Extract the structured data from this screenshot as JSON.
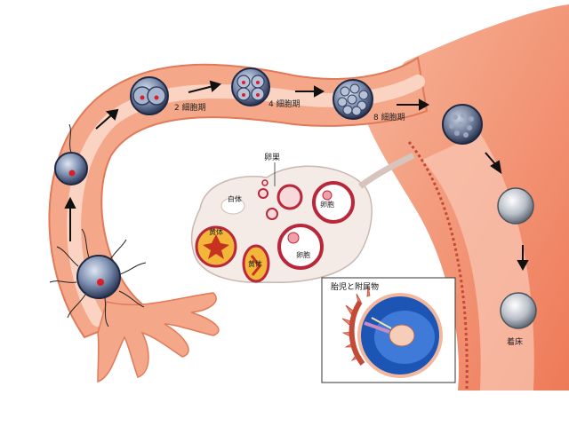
{
  "labels": {
    "two_cell": "2 細胞期",
    "four_cell": "4 細胞期",
    "eight_cell": "8 細胞期",
    "ovary": "卵巣",
    "corpus_albicans": "白体",
    "corpus_luteum_1": "黄体",
    "corpus_luteum_2": "黄体",
    "follicle_1": "卵胞",
    "follicle_2": "卵胞",
    "implantation": "着床",
    "inset_title": "胎児と附属物"
  },
  "colors": {
    "tube_outer": "#f4a889",
    "tube_inner": "#fbd3c2",
    "uterus_wall": "#f08462",
    "ovary_fill": "#f4eae6",
    "follicle_ring": "#b8283a",
    "corpus_luteum": "#f3b63a",
    "cell_dark": "#3a4a68",
    "inset_blue": "#1d55b5"
  }
}
